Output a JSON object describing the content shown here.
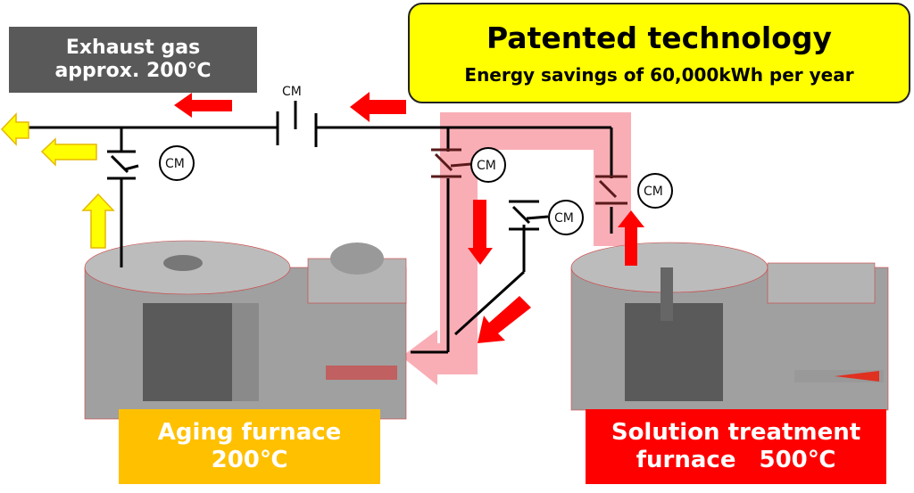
{
  "exhaust_label": {
    "line1": "Exhaust gas",
    "line2": "approx. 200℃"
  },
  "patent_callout": {
    "title": "Patented technology",
    "subtitle": "Energy savings of 60,000kWh per year"
  },
  "furnaces": {
    "aging": {
      "line1": "Aging furnace",
      "line2": "200℃",
      "color": "#ffc000"
    },
    "solution": {
      "line1": "Solution treatment",
      "line2": "furnace　500℃",
      "color": "#ff0000"
    }
  },
  "dampers": {
    "main_line_label": "CM",
    "exhaust_damper_label": "CM",
    "aging_inlet_damper_label": "CM",
    "bypass_damper_label": "CM",
    "solution_outlet_damper_label": "CM"
  },
  "colors": {
    "hot_flow_arrow": "#ff0000",
    "exhaust_arrow": "#ffff00",
    "heat_recovery_path": "#f8a0aa",
    "exhaust_box": "#595959",
    "callout": "#ffff00"
  }
}
